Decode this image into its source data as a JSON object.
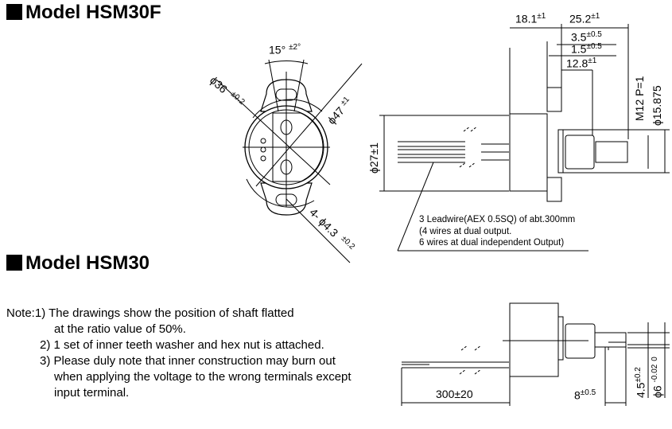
{
  "titles": {
    "model_1": "Model HSM30F",
    "model_2": "Model HSM30"
  },
  "hsm30f": {
    "front": {
      "angle": "15°",
      "angle_tol": "±2°",
      "dia36": "ϕ36",
      "dia36_tol": "±0.2",
      "dia47": "ϕ47",
      "dia47_tol": "±1",
      "holes": "4- ϕ4.3",
      "holes_tol": "±0.2"
    },
    "side": {
      "d18": "18.1",
      "d18_tol": "±1",
      "d25": "25.2",
      "d25_tol": "±1",
      "d35": "3.5",
      "d35_tol": "±0.5",
      "d15": "1.5",
      "d15_tol": "±0.5",
      "d128": "12.8",
      "d128_tol": "±1",
      "thread": "M12 P=1",
      "dia15875": "ϕ15.875",
      "dia27": "ϕ27±1",
      "lead_1": "3 Leadwire(AEX 0.5SQ) of abt.300mm",
      "lead_2": "(4 wires at dual output.",
      "lead_3": "6 wires at dual independent Output)"
    }
  },
  "hsm30": {
    "length": "300±20",
    "flat": "8",
    "flat_tol": "±0.5",
    "d45": "4.5",
    "d45_tol": "±0.2",
    "dia6": "ϕ6",
    "dia6_tol_upper": "0",
    "dia6_tol_lower": "-0.02"
  },
  "notes": {
    "prefix": "Note:",
    "n1_num": "1)",
    "n1_l1": "The drawings show the position of shaft flatted",
    "n1_l2": "at the ratio value of 50%.",
    "n2_num": "2)",
    "n2_l1": "1 set of inner teeth washer and hex nut is attached.",
    "n3_num": "3)",
    "n3_l1": "Please duly note that inner construction may burn out",
    "n3_l2": "when applying the voltage to the wrong terminals except",
    "n3_l3": "input terminal."
  }
}
